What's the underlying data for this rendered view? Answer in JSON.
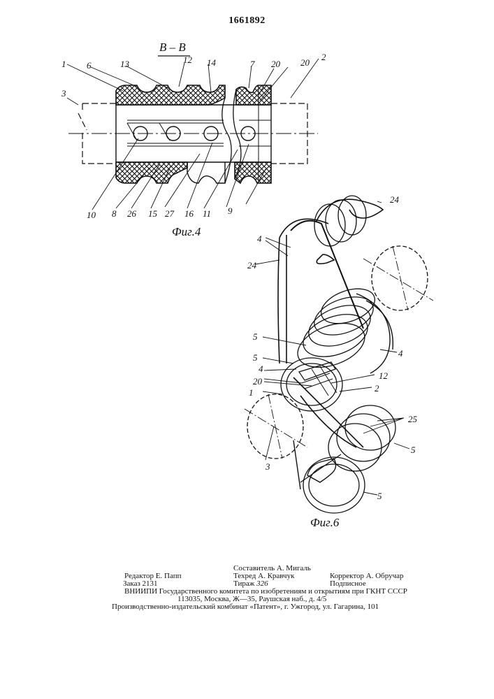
{
  "header": {
    "patent_number": "1661892"
  },
  "figure4": {
    "section_label": "В – В",
    "caption": "Фиг.4",
    "top_labels": [
      "1",
      "6",
      "13",
      "12",
      "14",
      "7",
      "20",
      "20",
      "2"
    ],
    "left_label": "3",
    "bottom_labels": [
      "10",
      "8",
      "26",
      "15",
      "27",
      "16",
      "11",
      "9"
    ]
  },
  "figure6": {
    "caption": "Фиг.6",
    "labels": [
      "24",
      "4",
      "24",
      "5",
      "5",
      "4",
      "12",
      "4",
      "20",
      "2",
      "1",
      "3",
      "25",
      "5",
      "5"
    ]
  },
  "colophon": {
    "compiler": "Составитель А. Мигаль",
    "editor": "Редактор Е. Папп",
    "techred": "Техред А. Кравчук",
    "corrector": "Корректор А. Обручар",
    "order": "Заказ 2131",
    "circulation_label": "Тираж",
    "circulation_value": "326",
    "subscription": "Подписное",
    "publisher_line1": "ВНИИПИ Государственного комитета по изобретениям и открытиям при ГКНТ СССР",
    "publisher_line2": "113035, Москва, Ж—35, Раушская наб., д. 4/5",
    "printer": "Производственно-издательский комбинат «Патент», г. Ужгород, ул. Гагарина, 101"
  }
}
